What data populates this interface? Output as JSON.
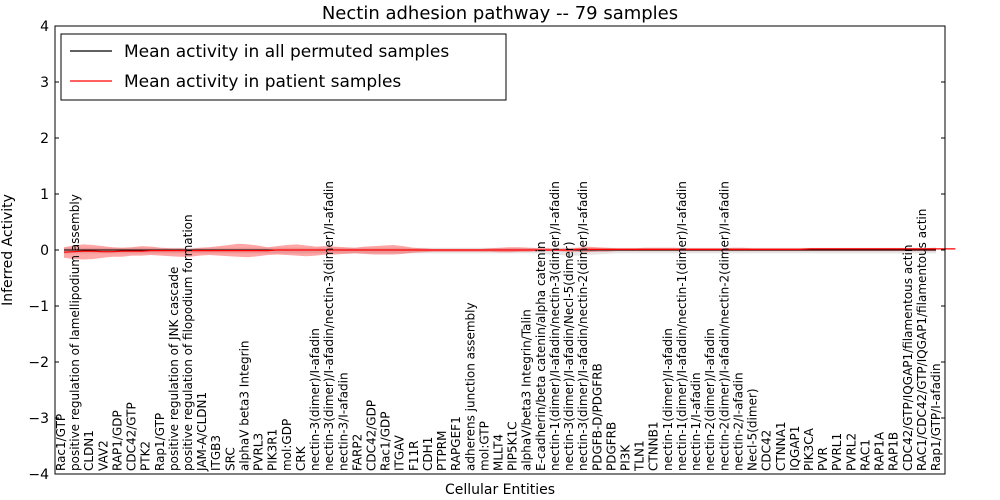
{
  "chart_data": {
    "type": "line",
    "title": "Nectin adhesion pathway -- 79 samples",
    "xlabel": "Cellular Entities",
    "ylabel": "Inferred Activity",
    "ylim": [
      -4,
      4
    ],
    "yticks": [
      -4,
      -3,
      -2,
      -1,
      0,
      1,
      2,
      3,
      4
    ],
    "ytick_labels": [
      "−4",
      "−3",
      "−2",
      "−1",
      "0",
      "1",
      "2",
      "3",
      "4"
    ],
    "grid": false,
    "legend_position": "top-left",
    "series": [
      {
        "name": "Mean activity in all permuted samples",
        "color": "#000000",
        "values": [
          0,
          0,
          0,
          0,
          0,
          0,
          0,
          0,
          0,
          0,
          0,
          0,
          0,
          0,
          0,
          0,
          0,
          0,
          0,
          0,
          0,
          0,
          0,
          0,
          0,
          0,
          0,
          0,
          0,
          0,
          0,
          0,
          0,
          0,
          0,
          0,
          0,
          0,
          0,
          0,
          0,
          0,
          0,
          0,
          0,
          0,
          0,
          0,
          0,
          0,
          0,
          0,
          0,
          0,
          0,
          0,
          0,
          0,
          0,
          0,
          0,
          0,
          0,
          0,
          0,
          0,
          0,
          0,
          0,
          0,
          0,
          0,
          0,
          0,
          0,
          0,
          0,
          0,
          0,
          0,
          0,
          0,
          0,
          0,
          0,
          0,
          0,
          0,
          0,
          0,
          0
        ]
      },
      {
        "name": "Mean activity in patient samples",
        "color": "#ff0000",
        "values": [
          -0.04,
          -0.03,
          -0.02,
          -0.02,
          -0.03,
          -0.03,
          -0.02,
          -0.02,
          -0.02,
          -0.01,
          -0.01,
          -0.01,
          -0.01,
          -0.01,
          -0.01,
          -0.01,
          -0.01,
          -0.01,
          -0.01,
          -0.01,
          -0.01,
          -0.01,
          0,
          0,
          0,
          0,
          0,
          0,
          0,
          0,
          0,
          0,
          0,
          0,
          0,
          0,
          0,
          0,
          0,
          0,
          0,
          0,
          0,
          0,
          0,
          0,
          0,
          0,
          0,
          0,
          0,
          0,
          0,
          0.01,
          0.01,
          0.01,
          0.01,
          0.01,
          0.01,
          0.01,
          0.01,
          0.01,
          0.01,
          0.01,
          0.01,
          0.01,
          0.01,
          0.01,
          0.01,
          0.01,
          0.01,
          0.01,
          0.01,
          0.01,
          0.01,
          0.01,
          0.01,
          0.02,
          0.02,
          0.02,
          0.02,
          0.02,
          0.02,
          0.02,
          0.02,
          0.02,
          0.02,
          0.02,
          0.02,
          0.02,
          0.02,
          0.02,
          0.02
        ]
      }
    ],
    "band_patient": {
      "color": "#ff0000",
      "opacity": 0.35,
      "upper": [
        0.05,
        0.08,
        0.1,
        0.09,
        0.07,
        0.05,
        0.04,
        0.05,
        0.07,
        0.06,
        0.04,
        0.03,
        0.03,
        0.02,
        0.04,
        0.05,
        0.07,
        0.09,
        0.11,
        0.1,
        0.08,
        0.05,
        0.07,
        0.09,
        0.1,
        0.08,
        0.06,
        0.07,
        0.06,
        0.05,
        0.04,
        0.06,
        0.07,
        0.08,
        0.09,
        0.07,
        0.04,
        0.03,
        0.02,
        0.02,
        0.02,
        0.02,
        0.02,
        0.02,
        0.03,
        0.04,
        0.05,
        0.05,
        0.04,
        0.03,
        0.03,
        0.02,
        0.03,
        0.04,
        0.06,
        0.05,
        0.04,
        0.03,
        0.03,
        0.03,
        0.04,
        0.04,
        0.04,
        0.04,
        0.03,
        0.03,
        0.03,
        0.03,
        0.03,
        0.04,
        0.04,
        0.03,
        0.03,
        0.03,
        0.03,
        0.03,
        0.03,
        0.03,
        0.03,
        0.03,
        0.03,
        0.03,
        0.03,
        0.03,
        0.03,
        0.03,
        0.03,
        0.03,
        0.03,
        0.03,
        0.04
      ],
      "lower": [
        -0.14,
        -0.16,
        -0.17,
        -0.16,
        -0.14,
        -0.12,
        -0.12,
        -0.1,
        -0.1,
        -0.09,
        -0.1,
        -0.11,
        -0.12,
        -0.12,
        -0.1,
        -0.09,
        -0.1,
        -0.11,
        -0.12,
        -0.13,
        -0.11,
        -0.09,
        -0.08,
        -0.09,
        -0.1,
        -0.11,
        -0.1,
        -0.08,
        -0.08,
        -0.07,
        -0.06,
        -0.07,
        -0.08,
        -0.08,
        -0.08,
        -0.07,
        -0.05,
        -0.04,
        -0.03,
        -0.03,
        -0.03,
        -0.03,
        -0.03,
        -0.03,
        -0.03,
        -0.04,
        -0.04,
        -0.03,
        -0.03,
        -0.02,
        -0.02,
        -0.02,
        -0.03,
        -0.03,
        -0.04,
        -0.03,
        -0.03,
        -0.02,
        -0.02,
        -0.02,
        -0.02,
        -0.02,
        -0.02,
        -0.02,
        -0.02,
        -0.02,
        -0.02,
        -0.02,
        -0.02,
        -0.02,
        -0.02,
        -0.02,
        -0.02,
        -0.02,
        -0.02,
        -0.02,
        -0.02,
        -0.02,
        -0.02,
        -0.02,
        -0.02,
        -0.02,
        -0.02,
        -0.02,
        -0.02,
        -0.02,
        -0.02,
        -0.02,
        -0.02,
        -0.02,
        -0.02
      ]
    },
    "band_permuted": {
      "color": "#bfbfbf",
      "opacity": 0.4,
      "upper": [
        0.04,
        0.04,
        0.04,
        0.04,
        0.04,
        0.04,
        0.04,
        0.04,
        0.04,
        0.04,
        0.04,
        0.04,
        0.04,
        0.04,
        0.04,
        0.04,
        0.04,
        0.04,
        0.04,
        0.04,
        0.04,
        0.04,
        0.04,
        0.04,
        0.04,
        0.04,
        0.04,
        0.04,
        0.04,
        0.04,
        0.04,
        0.04,
        0.04,
        0.04,
        0.04,
        0.04,
        0.04,
        0.04,
        0.04,
        0.04,
        0.04,
        0.04,
        0.04,
        0.04,
        0.04,
        0.04,
        0.04,
        0.04,
        0.04,
        0.04,
        0.04,
        0.04,
        0.04,
        0.04,
        0.04,
        0.04,
        0.04,
        0.04,
        0.04,
        0.04,
        0.04,
        0.04,
        0.04,
        0.04,
        0.04,
        0.04,
        0.04,
        0.04,
        0.04,
        0.04,
        0.04,
        0.04,
        0.04,
        0.04,
        0.04,
        0.04,
        0.04,
        0.04,
        0.04,
        0.04,
        0.04,
        0.04,
        0.04,
        0.04,
        0.04,
        0.04,
        0.04,
        0.04,
        0.04,
        0.04,
        0.04
      ],
      "lower": [
        -0.06,
        -0.06,
        -0.06,
        -0.06,
        -0.06,
        -0.06,
        -0.06,
        -0.06,
        -0.06,
        -0.06,
        -0.06,
        -0.06,
        -0.06,
        -0.06,
        -0.06,
        -0.06,
        -0.06,
        -0.06,
        -0.06,
        -0.06,
        -0.06,
        -0.06,
        -0.06,
        -0.06,
        -0.06,
        -0.06,
        -0.06,
        -0.06,
        -0.06,
        -0.06,
        -0.06,
        -0.06,
        -0.06,
        -0.06,
        -0.06,
        -0.06,
        -0.06,
        -0.06,
        -0.06,
        -0.06,
        -0.06,
        -0.06,
        -0.06,
        -0.06,
        -0.06,
        -0.06,
        -0.06,
        -0.06,
        -0.06,
        -0.06,
        -0.08,
        -0.09,
        -0.1,
        -0.1,
        -0.09,
        -0.08,
        -0.07,
        -0.06,
        -0.06,
        -0.06,
        -0.06,
        -0.06,
        -0.06,
        -0.06,
        -0.06,
        -0.06,
        -0.06,
        -0.06,
        -0.06,
        -0.06,
        -0.06,
        -0.06,
        -0.06,
        -0.06,
        -0.06,
        -0.06,
        -0.06,
        -0.06,
        -0.06,
        -0.06,
        -0.06,
        -0.06,
        -0.06,
        -0.06,
        -0.06,
        -0.06,
        -0.06,
        -0.06,
        -0.06,
        -0.06,
        -0.06
      ]
    },
    "categories": [
      "Rac1/GTP",
      "positive regulation of lamellipodium assembly",
      "CLDN1",
      "VAV2",
      "RAP1/GDP",
      "CDC42/GTP",
      "PTK2",
      "Rap1/GTP",
      "positive regulation of JNK cascade",
      "positive regulation of filopodium formation",
      "JAM-A/CLDN1",
      "ITGB3",
      "SRC",
      "alphaV beta3 Integrin",
      "PVRL3",
      "PIK3R1",
      "mol:GDP",
      "CRK",
      "nectin-3(dimer)/I-afadin",
      "nectin-3(dimer)/I-afadin/nectin-3(dimer)/I-afadin",
      "nectin-3/I-afadin",
      "FARP2",
      "CDC42/GDP",
      "Rac1/GDP",
      "ITGAV",
      "F11R",
      "CDH1",
      "PTPRM",
      "RAPGEF1",
      "adherens junction assembly",
      "mol:GTP",
      "MLLT4",
      "PIP5K1C",
      "alphaV/beta3 Integrin/Talin",
      "E-cadherin/beta catenin/alpha catenin",
      "nectin-1(dimer)/I-afadin/nectin-3(dimer)/I-afadin",
      "nectin-3(dimer)/I-afadin/Necl-5(dimer)",
      "nectin-3(dimer)/I-afadin/nectin-2(dimer)/I-afadin",
      "PDGFB-D/PDGFRB",
      "PDGFRB",
      "PI3K",
      "TLN1",
      "CTNNB1",
      "nectin-1(dimer)/I-afadin",
      "nectin-1(dimer)/I-afadin/nectin-1(dimer)/I-afadin",
      "nectin-1/I-afadin",
      "nectin-2(dimer)/I-afadin",
      "nectin-2(dimer)/I-afadin/nectin-2(dimer)/I-afadin",
      "nectin-2/I-afadin",
      "Necl-5(dimer)",
      "CDC42",
      "CTNNA1",
      "IQGAP1",
      "PIK3CA",
      "PVR",
      "PVRL1",
      "PVRL2",
      "RAC1",
      "RAP1A",
      "RAP1B",
      "CDC42/GTP/IQGAP1/filamentous actin",
      "RAC1/CDC42/GTP/IQGAP1/filamentous actin",
      "Rap1/GTP/I-afadin"
    ]
  }
}
